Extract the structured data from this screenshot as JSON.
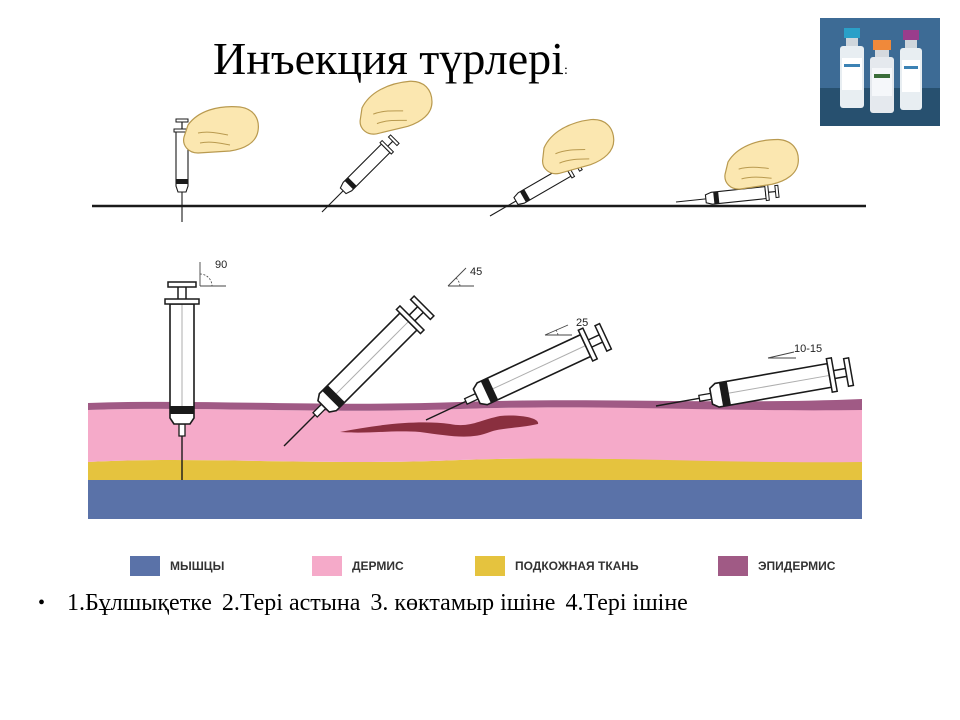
{
  "title": "Инъекция түрлері",
  "title_suffix": ":",
  "angles": [
    "90",
    "45",
    "25",
    "10-15"
  ],
  "legend": [
    {
      "label": "МЫШЦЫ",
      "color": "#5a72a8"
    },
    {
      "label": "ДЕРМИС",
      "color": "#f5aac9"
    },
    {
      "label": "ПОДКОЖНАЯ ТКАНЬ",
      "color": "#e5c33e"
    },
    {
      "label": "ЭПИДЕРМИС",
      "color": "#a05a85"
    }
  ],
  "caption": {
    "bullet": "•",
    "items": [
      "1.Бұлшықетке",
      "2.Тері астына",
      "3. көктамыр ішіне",
      "4.Тері ішіне"
    ]
  },
  "colors": {
    "muscle": "#5a72a8",
    "dermis": "#f5aac9",
    "subcutaneous": "#e5c33e",
    "epidermis": "#a05a85",
    "vein": "#8a2f3f",
    "hand": "#fbe7b0"
  }
}
